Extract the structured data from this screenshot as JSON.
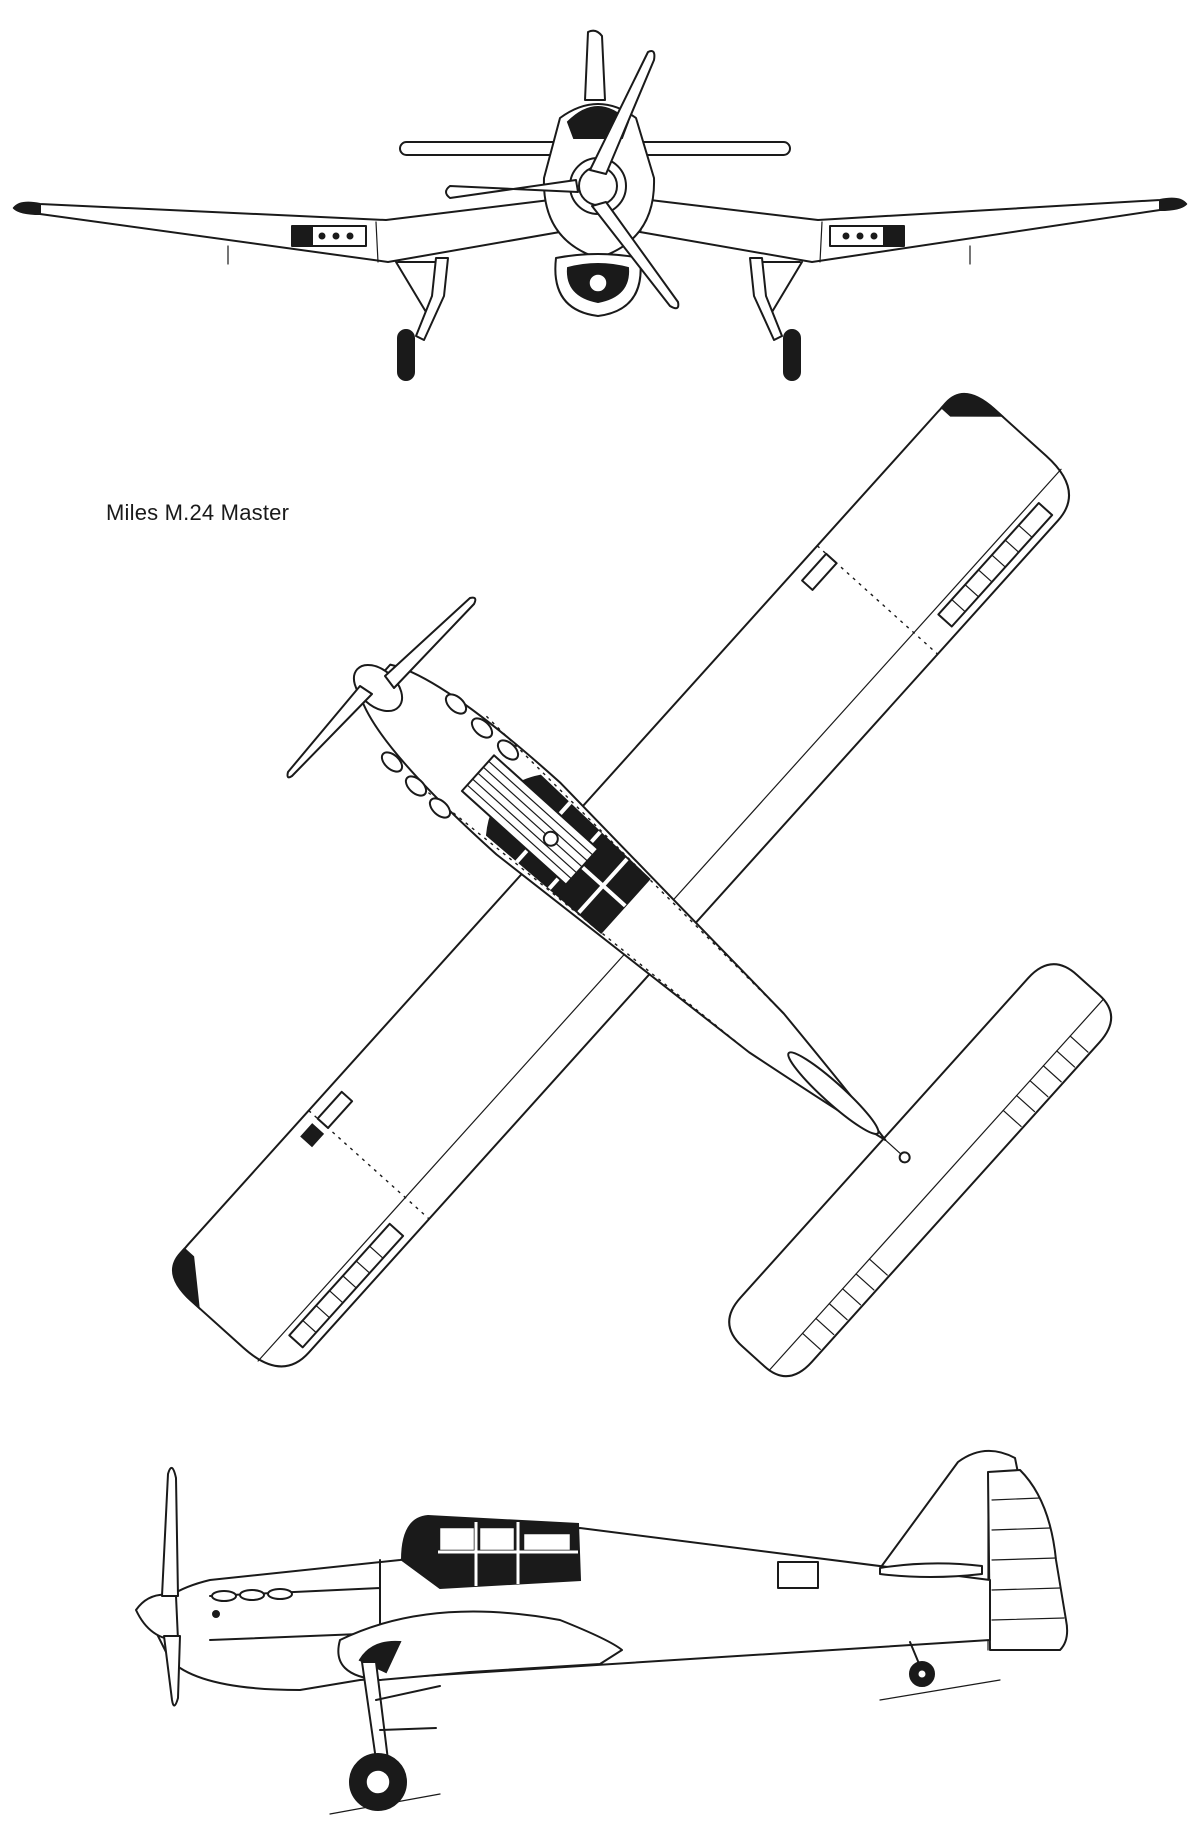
{
  "title": "Miles M.24 Master",
  "views": [
    "front",
    "top",
    "side"
  ],
  "colors": {
    "ink": "#1a1a1a",
    "paper": "#ffffff"
  }
}
